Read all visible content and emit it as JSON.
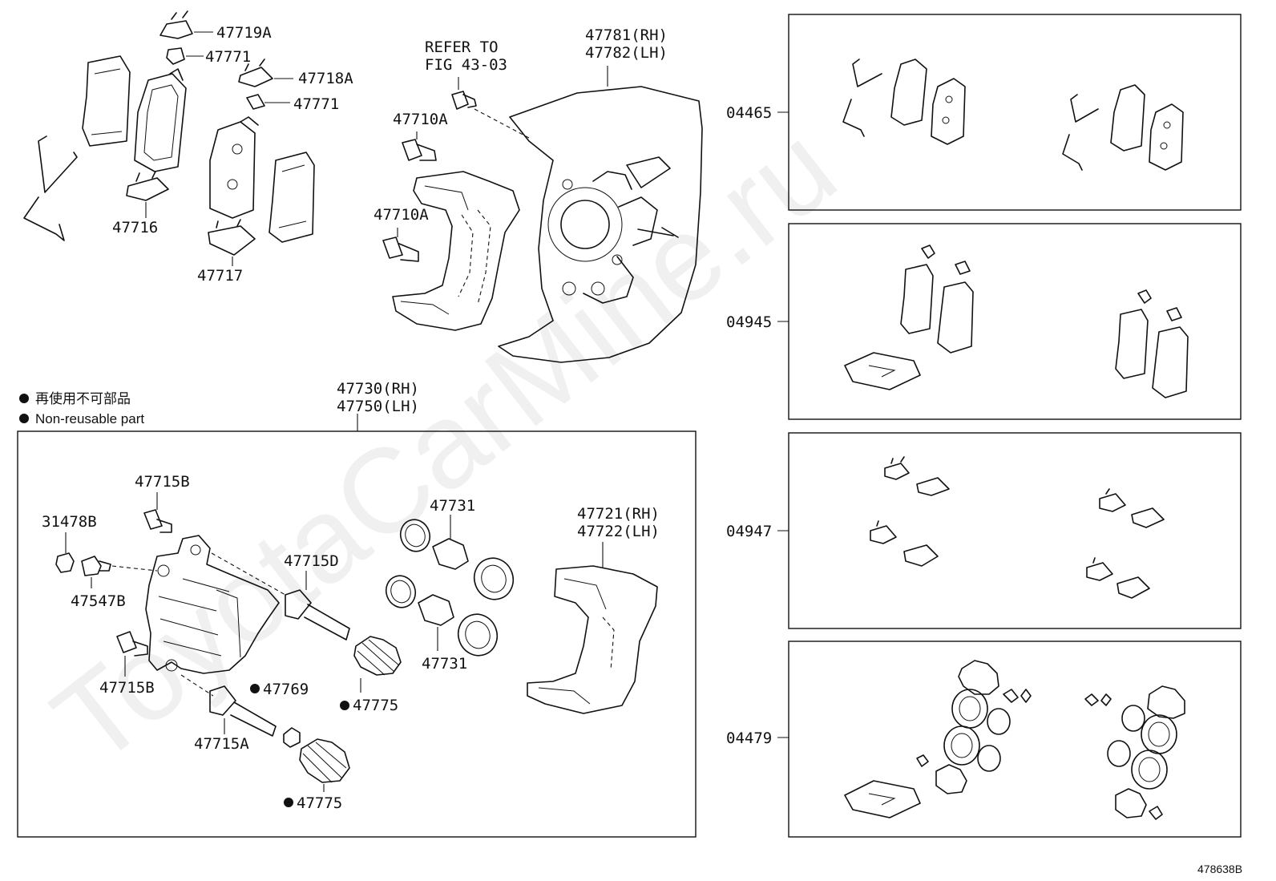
{
  "watermark": "ToyotaCarMine.ru",
  "figure_number": "478638B",
  "legend": {
    "ja": "再使用不可部品",
    "en": "Non-reusable part"
  },
  "reference_note": {
    "line1": "REFER TO",
    "line2": "FIG 43-03"
  },
  "labels": {
    "p47719A": "47719A",
    "p47771a": "47771",
    "p47718A": "47718A",
    "p47771b": "47771",
    "p47716": "47716",
    "p47717": "47717",
    "p47710A_top": "47710A",
    "p47710A_bot": "47710A",
    "p47781": "47781(RH)",
    "p47782": "47782(LH)",
    "p47730": "47730(RH)",
    "p47750": "47750(LH)",
    "p47715B_top": "47715B",
    "p31478B": "31478B",
    "p47547B": "47547B",
    "p47715D": "47715D",
    "p47731_top": "47731",
    "p47721": "47721(RH)",
    "p47722": "47722(LH)",
    "p47715B_bot": "47715B",
    "p47769": "47769",
    "p47775a": "47775",
    "p47731_bot": "47731",
    "p47715A": "47715A",
    "p47775b": "47775"
  },
  "kits": [
    {
      "label": "04465"
    },
    {
      "label": "04945"
    },
    {
      "label": "04947"
    },
    {
      "label": "04479"
    }
  ]
}
